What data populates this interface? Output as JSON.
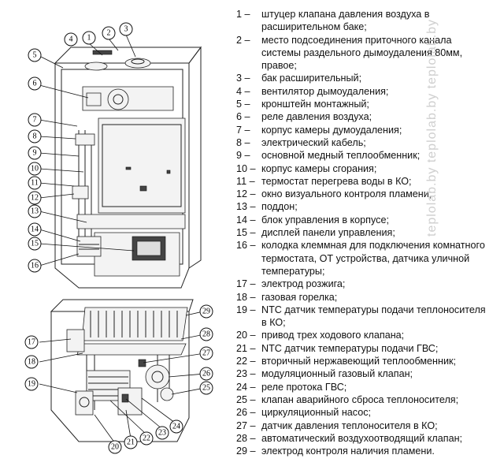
{
  "legend": [
    {
      "num": "1 –",
      "text": "штуцер клапана давления воздуха в расширительном баке;"
    },
    {
      "num": "2 –",
      "text": "место подсоединения приточного канала системы раздельного дымоудаления 80мм, правое;"
    },
    {
      "num": "3 –",
      "text": "бак расширительный;"
    },
    {
      "num": "4 –",
      "text": "вентилятор дымоудаления;"
    },
    {
      "num": "5 –",
      "text": "кронштейн монтажный;"
    },
    {
      "num": "6 –",
      "text": "реле давления воздуха;"
    },
    {
      "num": "7 –",
      "text": "корпус камеры думоудаления;"
    },
    {
      "num": "8 –",
      "text": "электрический кабель;"
    },
    {
      "num": "9 –",
      "text": "основной медный теплообменник;"
    },
    {
      "num": "10 –",
      "text": "корпус камеры сгорания;"
    },
    {
      "num": "11 –",
      "text": "термостат перегрева воды в КО;"
    },
    {
      "num": "12 –",
      "text": "окно визуального контроля пламени;"
    },
    {
      "num": "13 –",
      "text": "поддон;"
    },
    {
      "num": "14 –",
      "text": "блок управления в корпусе;"
    },
    {
      "num": "15 –",
      "text": "дисплей панели управления;"
    },
    {
      "num": "16 –",
      "text": "колодка клеммная для подключения комнатного термостата, ОТ устройства, датчика уличной температуры;"
    },
    {
      "num": "17 –",
      "text": "электрод розжига;"
    },
    {
      "num": "18 –",
      "text": "газовая горелка;"
    },
    {
      "num": "19 –",
      "text": "NTC датчик температуры подачи теплоносителя в КО;"
    },
    {
      "num": "20 –",
      "text": "привод трех ходового клапана;"
    },
    {
      "num": "21 –",
      "text": "NTC датчик температуры подачи ГВС;"
    },
    {
      "num": "22 –",
      "text": "вторичный нержавеющий теплообменник;"
    },
    {
      "num": "23 –",
      "text": "модуляционный газовый клапан;"
    },
    {
      "num": "24 –",
      "text": "реле протока ГВС;"
    },
    {
      "num": "25 –",
      "text": "клапан аварийного сброса теплоносителя;"
    },
    {
      "num": "26 –",
      "text": "циркуляционный насос;"
    },
    {
      "num": "27 –",
      "text": "датчик давления теплоносителя в КО;"
    },
    {
      "num": "28 –",
      "text": "автоматический воздухоотводящий клапан;"
    },
    {
      "num": "29 –",
      "text": "электрод контроля наличия пламени."
    }
  ],
  "callouts": {
    "top": [
      "1",
      "2",
      "3",
      "4",
      "5",
      "6",
      "7",
      "8",
      "9",
      "10",
      "11",
      "12",
      "13",
      "14",
      "15",
      "16"
    ],
    "bottom": [
      "17",
      "18",
      "19",
      "20",
      "21",
      "22",
      "23",
      "24",
      "25",
      "26",
      "27",
      "28",
      "29"
    ]
  },
  "watermark": "teplolab.by teplolab.by teplolab.by"
}
